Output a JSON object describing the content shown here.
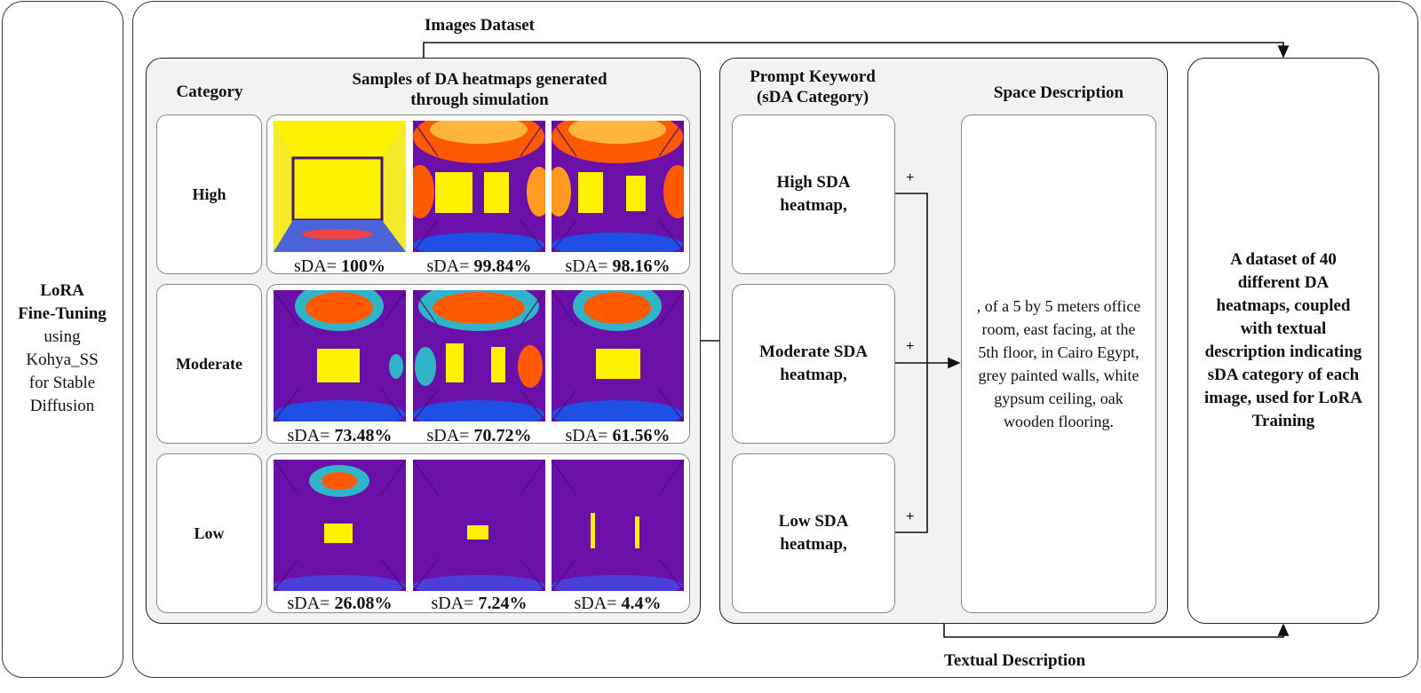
{
  "left": {
    "title_line1": "LoRA",
    "title_line2": "Fine-Tuning",
    "line3": "using",
    "line4": "Kohya_SS",
    "line5": "for Stable",
    "line6": "Diffusion"
  },
  "flow": {
    "top_label": "Images Dataset",
    "bottom_label": "Textual Description"
  },
  "samples": {
    "category_header": "Category",
    "samples_header_line1": "Samples of DA heatmaps generated",
    "samples_header_line2": "through simulation",
    "rows": [
      {
        "category": "High",
        "items": [
          {
            "prefix": "sDA= ",
            "value": "100%",
            "level": "high"
          },
          {
            "prefix": "sDA= ",
            "value": "99.84%",
            "level": "high"
          },
          {
            "prefix": "sDA= ",
            "value": "98.16%",
            "level": "high"
          }
        ]
      },
      {
        "category": "Moderate",
        "items": [
          {
            "prefix": "sDA= ",
            "value": "73.48%",
            "level": "moderate"
          },
          {
            "prefix": "sDA= ",
            "value": "70.72%",
            "level": "moderate"
          },
          {
            "prefix": "sDA= ",
            "value": "61.56%",
            "level": "moderate"
          }
        ]
      },
      {
        "category": "Low",
        "items": [
          {
            "prefix": "sDA= ",
            "value": "26.08%",
            "level": "low"
          },
          {
            "prefix": "sDA= ",
            "value": "7.24%",
            "level": "low"
          },
          {
            "prefix": "sDA= ",
            "value": "4.4%",
            "level": "low"
          }
        ]
      }
    ]
  },
  "prompt": {
    "keyword_header_line1": "Prompt Keyword",
    "keyword_header_line2": "(sDA Category)",
    "space_header": "Space Description",
    "keywords": [
      {
        "line1": "High SDA",
        "line2": "heatmap,"
      },
      {
        "line1": "Moderate SDA",
        "line2": "heatmap,"
      },
      {
        "line1": "Low SDA",
        "line2": "heatmap,"
      }
    ],
    "plus": "+",
    "space_description": ", of a 5 by 5 meters office room, east facing, at the 5th floor, in Cairo Egypt, grey painted walls, white gypsum ceiling, oak wooden flooring."
  },
  "dataset": {
    "text": "A dataset of 40 different DA heatmaps, coupled with textual description indicating sDA category of each image, used for LoRA Training"
  },
  "colors": {
    "heatmap_purple": "#6a0fa8",
    "heatmap_yellow": "#fff200",
    "heatmap_orange": "#ff5a00",
    "heatmap_blue": "#1e50e6"
  }
}
